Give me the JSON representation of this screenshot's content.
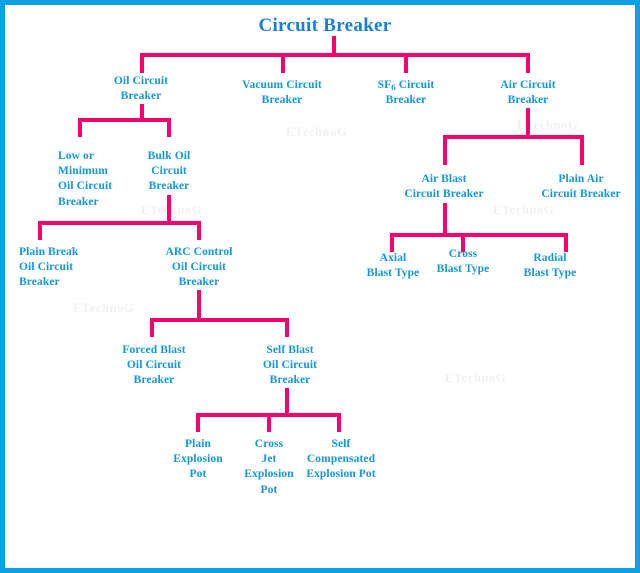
{
  "diagram": {
    "title": "Circuit Breaker",
    "accent_line_color": "#f8006e",
    "text_color": "#1496dd",
    "border_color": "#0ba1e2",
    "watermark_text": "ETechnoG",
    "watermark_color": "#f0f0f0"
  },
  "nodes": {
    "root": "Circuit Breaker",
    "oil_cb": "Oil Circuit\nBreaker",
    "vacuum_cb": "Vacuum Circuit\nBreaker",
    "sf6_cb_pre": "SF",
    "sf6_cb_sub": "6",
    "sf6_cb_post": " Circuit\nBreaker",
    "air_cb": "Air Circuit\nBreaker",
    "low_min_oil_cb": "Low or\nMinimum\nOil Circuit\nBreaker",
    "bulk_oil_cb": "Bulk Oil\nCircuit\nBreaker",
    "plain_break_oil_cb": "Plain Break\nOil Circuit\nBreaker",
    "arc_control_oil_cb": "ARC Control\nOil Circuit\nBreaker",
    "forced_blast_oil_cb": "Forced Blast\nOil Circuit\nBreaker",
    "self_blast_oil_cb": "Self Blast\nOil Circuit\nBreaker",
    "plain_explosion_pot": "Plain\nExplosion\nPot",
    "cross_jet_explosion_pot": "Cross\nJet\nExplosion\nPot",
    "self_compensated_explosion_pot": "Self\nCompensated\nExplosion Pot",
    "air_blast_cb": "Air Blast\nCircuit Breaker",
    "plain_air_cb": "Plain Air\nCircuit Breaker",
    "axial_blast_type": "Axial\nBlast Type",
    "cross_blast_type": "Cross\nBlast Type",
    "radial_blast_type": "Radial\nBlast Type"
  },
  "watermarks": [
    "ETechnoG",
    "ETechnoG",
    "ETechnoG",
    "ETechnoG",
    "ETechnoG",
    "ETechnoG",
    "ETechnoG",
    "ETechnoG"
  ]
}
